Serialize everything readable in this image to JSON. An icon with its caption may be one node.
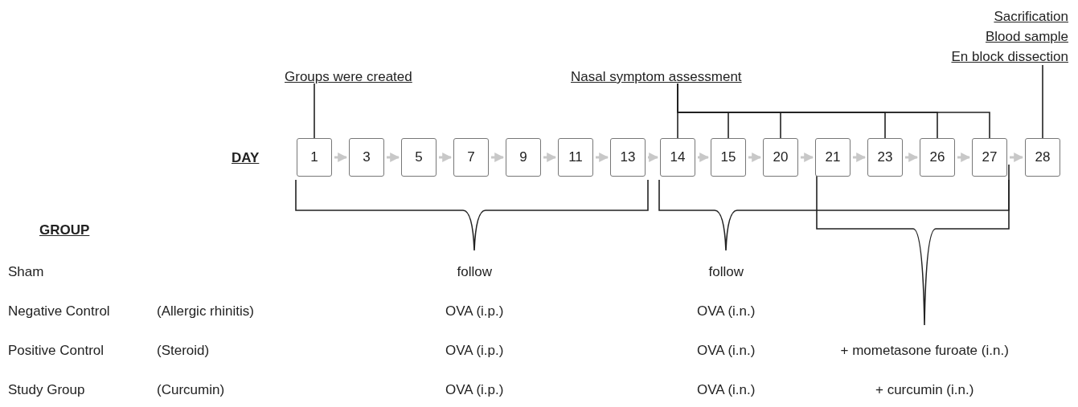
{
  "diagram": {
    "nodes": [
      {
        "text": [
          "1"
        ]
      },
      {
        "text": [
          "3"
        ]
      },
      {
        "text": [
          "5"
        ]
      },
      {
        "text": [
          "7"
        ]
      },
      {
        "text": [
          "9"
        ]
      },
      {
        "text": [
          "11"
        ]
      },
      {
        "text": [
          "13"
        ]
      },
      {
        "text": [
          "14"
        ]
      },
      {
        "text": [
          "15"
        ]
      },
      {
        "text": [
          "20"
        ]
      },
      {
        "text": [
          "21"
        ]
      },
      {
        "text": [
          "23"
        ]
      },
      {
        "text": [
          "26"
        ]
      },
      {
        "text": [
          "27"
        ]
      },
      {
        "text": [
          "28"
        ]
      },
      {
        "text": [
          "Groups were created"
        ]
      },
      {
        "text": [
          "Nasal symptom assessment"
        ]
      },
      {
        "text": [
          "Sacrification",
          "Blood sample",
          "En block dissection"
        ]
      }
    ],
    "edges": [
      {
        "from": 0,
        "to": 1,
        "arrow": "to"
      },
      {
        "from": 1,
        "to": 2,
        "arrow": "to"
      },
      {
        "from": 2,
        "to": 3,
        "arrow": "to"
      },
      {
        "from": 3,
        "to": 4,
        "arrow": "to"
      },
      {
        "from": 4,
        "to": 5,
        "arrow": "to"
      },
      {
        "from": 5,
        "to": 6,
        "arrow": "to"
      },
      {
        "from": 6,
        "to": 7,
        "arrow": "to"
      },
      {
        "from": 7,
        "to": 8,
        "arrow": "to"
      },
      {
        "from": 8,
        "to": 9,
        "arrow": "to"
      },
      {
        "from": 9,
        "to": 10,
        "arrow": "to"
      },
      {
        "from": 10,
        "to": 11,
        "arrow": "to"
      },
      {
        "from": 11,
        "to": 12,
        "arrow": "to"
      },
      {
        "from": 12,
        "to": 13,
        "arrow": "to"
      },
      {
        "from": 13,
        "to": 14,
        "arrow": "to"
      },
      {
        "from": 15,
        "to": 0,
        "arrow": "none",
        "color": "#222222"
      },
      {
        "from": 16,
        "to": 7,
        "arrow": "none",
        "color": "#222222"
      },
      {
        "from": 16,
        "to": 8,
        "arrow": "none",
        "color": "#222222"
      },
      {
        "from": 16,
        "to": 9,
        "arrow": "none",
        "color": "#222222"
      },
      {
        "from": 16,
        "to": 11,
        "arrow": "none",
        "color": "#222222"
      },
      {
        "from": 16,
        "to": 12,
        "arrow": "none",
        "color": "#222222"
      },
      {
        "from": 16,
        "to": 13,
        "arrow": "none",
        "color": "#222222"
      },
      {
        "from": 17,
        "to": 14,
        "arrow": "none",
        "color": "#222222"
      }
    ],
    "labels": [
      "DAY",
      "GROUP",
      "Sham",
      "follow",
      "follow",
      "Negative Control",
      "(Allergic rhinitis)",
      "OVA (i.p.)",
      "OVA (i.n.)",
      "Positive Control",
      "(Steroid)",
      "OVA (i.p.)",
      "OVA (i.n.)",
      "+ mometasone furoate (i.n.)",
      "Study Group",
      "(Curcumin)",
      "OVA (i.p.)",
      "OVA (i.n.)",
      "+ curcumin (i.n.)"
    ]
  }
}
